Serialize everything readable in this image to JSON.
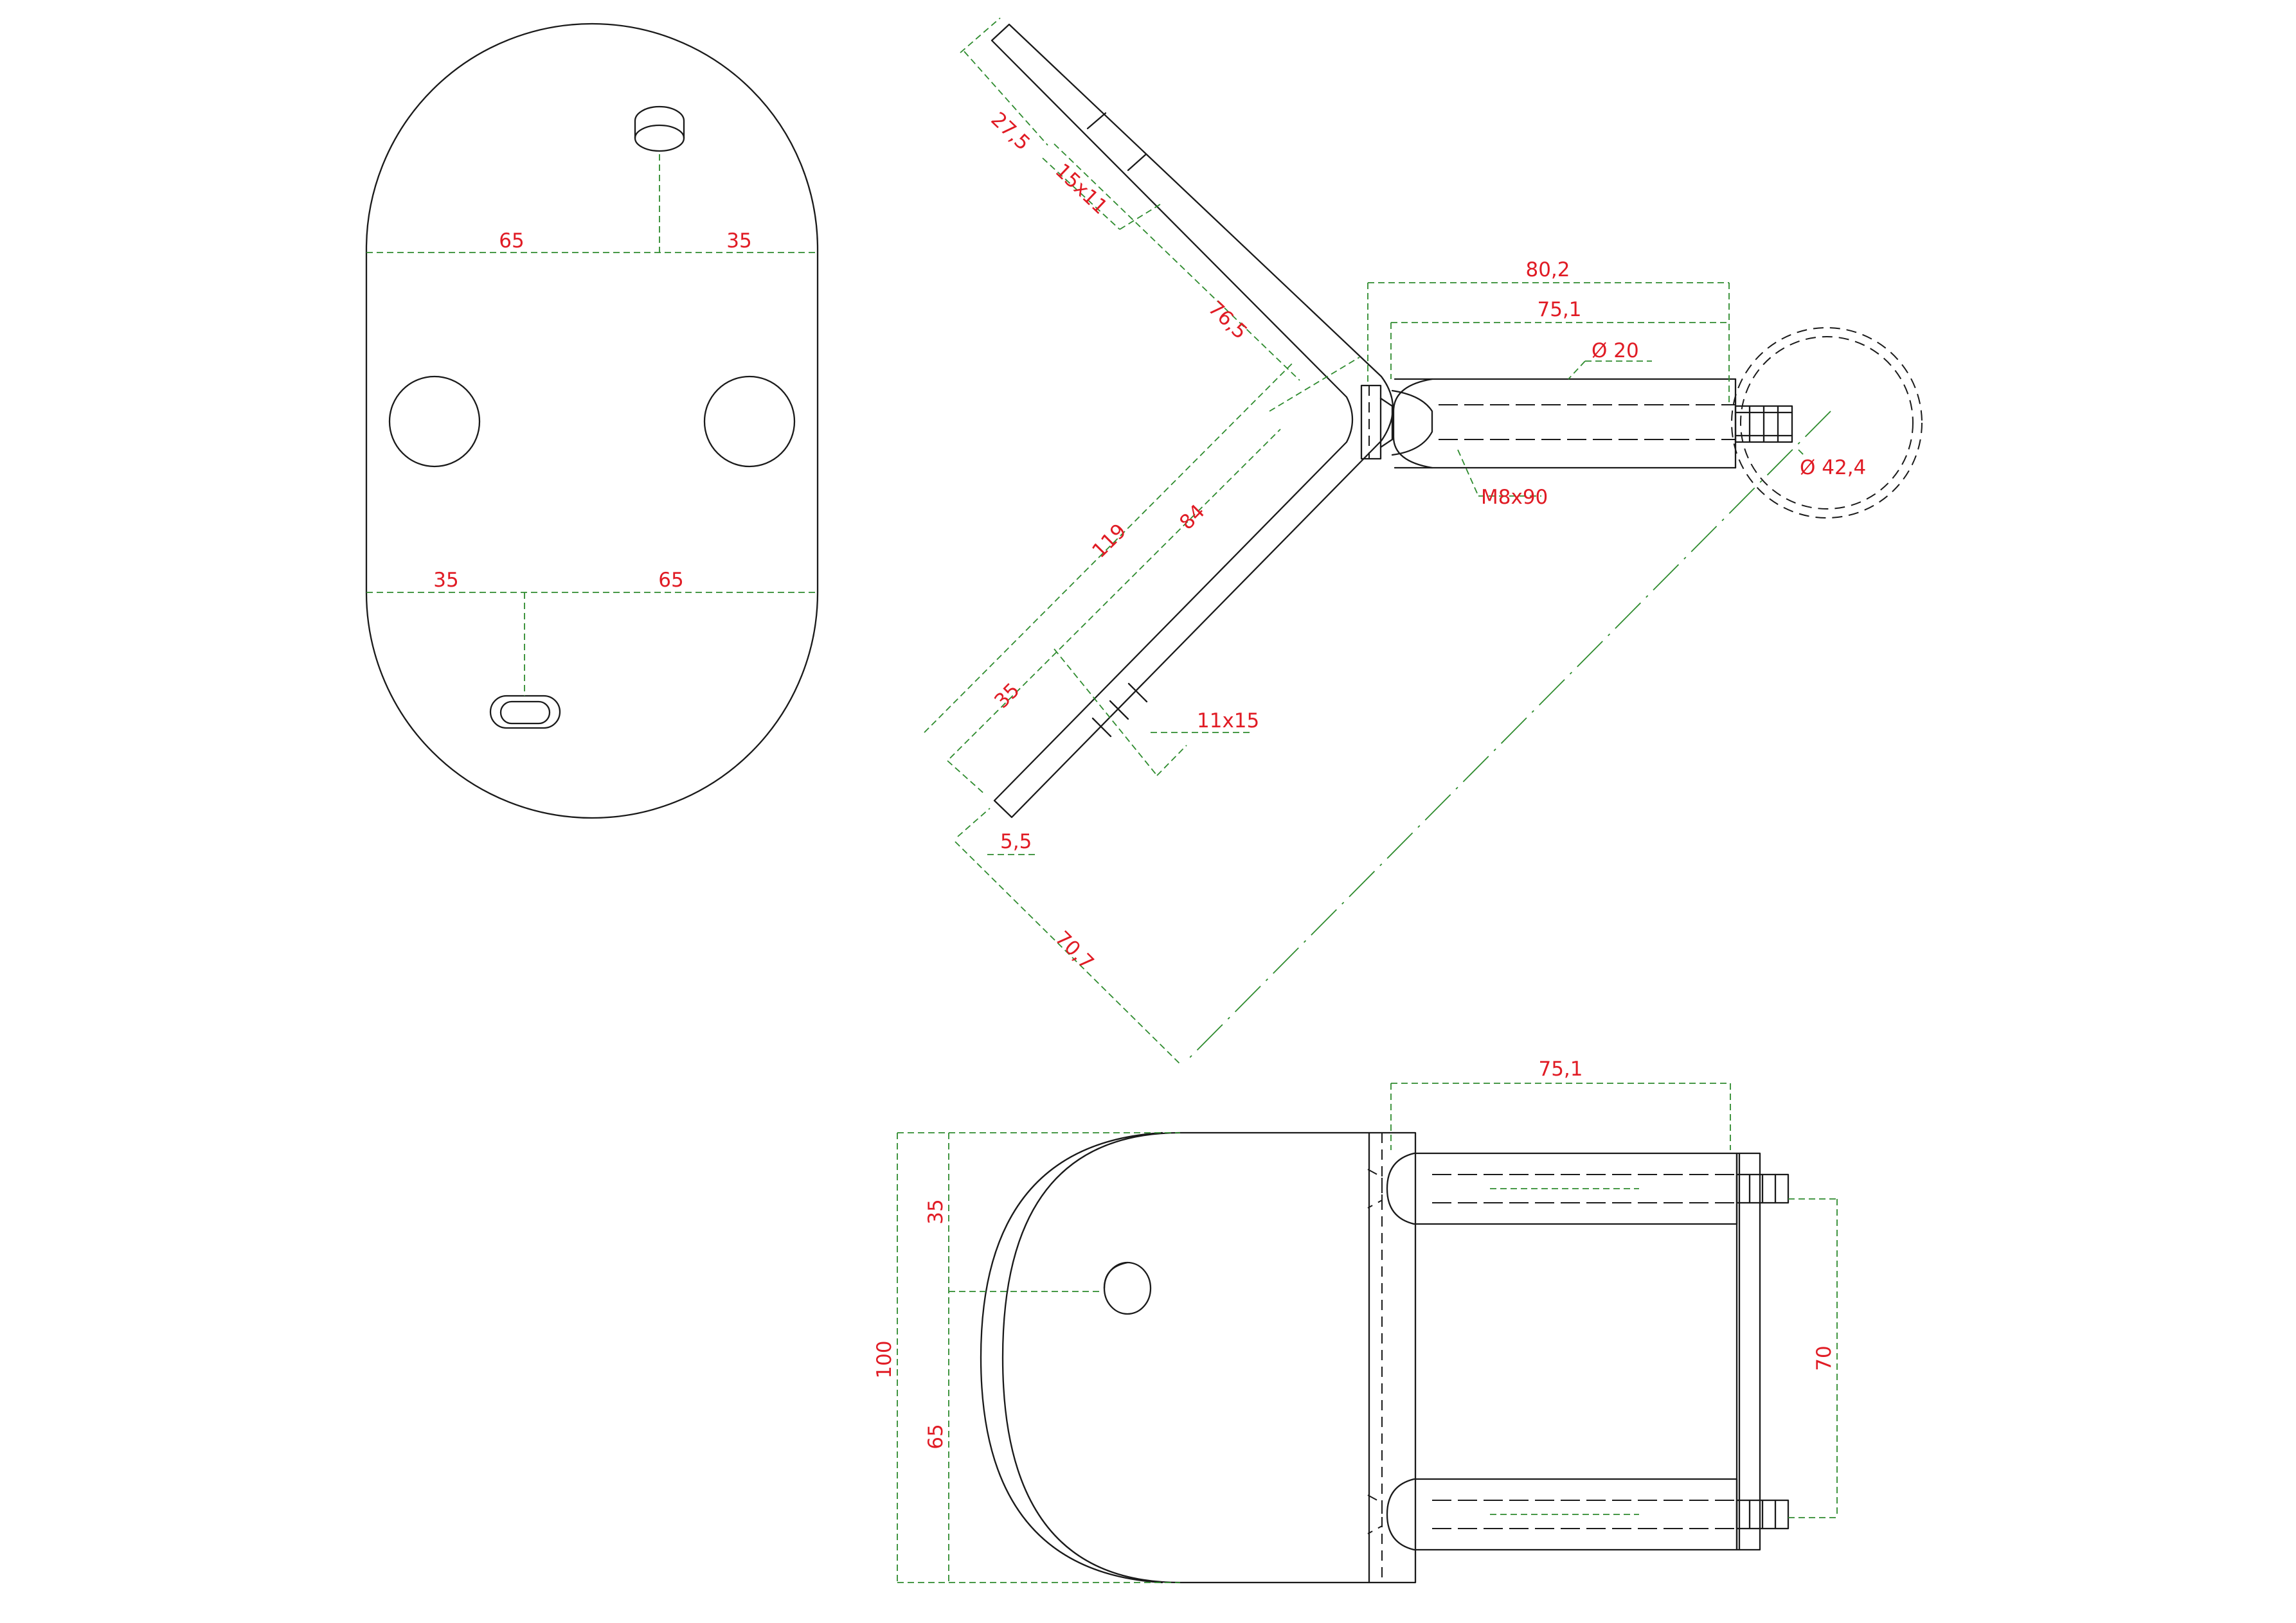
{
  "drawing": {
    "top_view": {
      "dim_left_top": "65",
      "dim_right_top": "35",
      "dim_left_bottom": "35",
      "dim_right_bottom": "65"
    },
    "side_view": {
      "dim_27_5": "27,5",
      "dim_slot_top": "15x11",
      "dim_76_5": "76,5",
      "dim_119": "119",
      "dim_84": "84",
      "dim_35": "35",
      "dim_slot_bottom": "11x15",
      "dim_5_5": "5,5",
      "dim_70_7": "70,7",
      "dim_80_2": "80,2",
      "dim_75_1": "75,1",
      "dim_dia_20": "Ø 20",
      "dim_thread": "M8x90",
      "dim_dia_42_4": "Ø 42,4"
    },
    "front_view": {
      "dim_75_1": "75,1",
      "dim_100": "100",
      "dim_35": "35",
      "dim_65": "65",
      "dim_70": "70"
    }
  }
}
